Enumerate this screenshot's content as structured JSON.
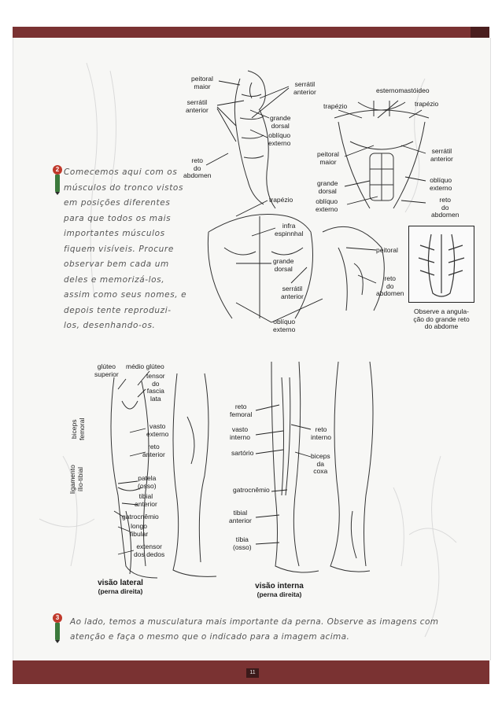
{
  "step2": {
    "number": "2",
    "lines": [
      "Comecemos aqui com os",
      "músculos do tronco vistos",
      "em posições diferentes",
      "para que todos os mais",
      "importantes músculos",
      "fiquem visíveis. Procure",
      "observar bem cada um",
      "deles e memorizá-los,",
      "assim como seus nomes, e",
      "depois tente reproduzi-",
      "los, desenhando-os."
    ]
  },
  "torso_side": {
    "peitoral_maior": "peitoral\nmaior",
    "serratil_anterior": "serrátil\nanterior",
    "reto_abdomen": "reto\ndo\nabdomen",
    "serratil_anterior_2": "serrátil\nanterior",
    "grande_dorsal": "grande\ndorsal",
    "obliquo_externo": "oblíquo\nexterno"
  },
  "torso_front": {
    "esternomastoideo": "esternomastóideo",
    "trapezio_left": "trapézio",
    "trapezio_right": "trapézio",
    "peitoral_maior": "peitoral\nmaior",
    "serratil_anterior": "serrátil\nanterior",
    "grande_dorsal": "grande\ndorsal",
    "obliquo_externo_left": "oblíquo\nexterno",
    "obliquo_externo_right": "oblíquo\nexterno",
    "reto_abdomen": "reto\ndo\nabdomen"
  },
  "torso_back": {
    "trapezio": "trapézio",
    "infra_espinhal": "infra\nespinnhal",
    "grande_dorsal": "grande\ndorsal",
    "serratil_anterior": "serrátil\nanterior",
    "obliquo_externo": "oblíquo\nexterno",
    "peitoral": "peitoral",
    "reto_abdomen": "reto\ndo\nabdomen"
  },
  "inset": {
    "caption": "Observe a angula-\nção do grande reto\ndo abdome"
  },
  "leg_lateral": {
    "gluteo_superior": "glúteo\nsuperior",
    "medio_gluteo": "médio glúteo",
    "tensor_fascia_lata": "tensor\ndo\nfascia\nlata",
    "biceps_femoral": "biceps\nfemoral",
    "vasto_externo": "vasto\nexterno",
    "reto_anterior": "reto\nanterior",
    "ligamento_ilio_tibial": "ligamento\nílio-tibial",
    "patela": "patela\n(osso)",
    "tibial_anterior": "tibial\nanterior",
    "gatrocnemio": "gatrocnêmio",
    "longo_fibular": "longo\nfibular",
    "extensor_dedos": "extensor\ndos dedos",
    "caption": "visão lateral",
    "subcaption": "(perna direita)"
  },
  "leg_internal": {
    "reto_femoral": "reto\nfemoral",
    "vasto_interno": "vasto\ninterno",
    "reto_interno": "reto\ninterno",
    "sartorio": "sartório",
    "biceps_coxa": "biceps\nda\ncoxa",
    "gatrocnemio": "gatrocnêmio",
    "tibial_anterior": "tibial\nanterior",
    "tibia": "tíbia\n(osso)",
    "caption": "visão interna",
    "subcaption": "(perna direita)"
  },
  "step3": {
    "number": "3",
    "line1": "Ao lado, temos a musculatura mais importante da perna. Observe as imagens com",
    "line2": "atenção e faça o mesmo que o indicado para a imagem acima."
  },
  "footer": {
    "page_number": "11"
  },
  "colors": {
    "band": "#7a3232",
    "badge": "#c0392b",
    "pencil": "#3c7a3c"
  }
}
